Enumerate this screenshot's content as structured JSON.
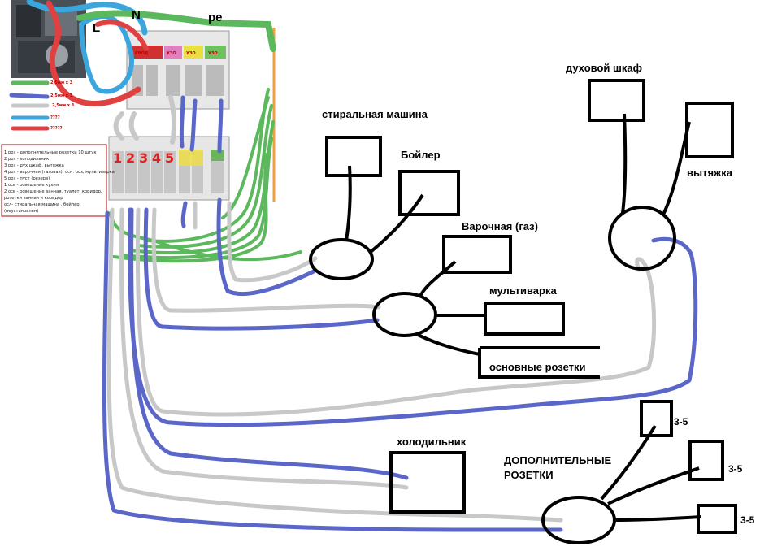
{
  "phase_labels": {
    "L": "L",
    "N": "N",
    "PE": "pe"
  },
  "colors": {
    "green": "#5cb85c",
    "blue": "#5a67c8",
    "gray": "#c8c8c8",
    "cyan": "#3aa6dd",
    "red": "#e04040",
    "orange": "#f0a040",
    "box": "#000000"
  },
  "wire_legend": [
    {
      "color": "green",
      "label": "2,5мм х 3"
    },
    {
      "color": "blue",
      "label": "2,5мм х 3"
    },
    {
      "color": "gray",
      "label": "2,5мм х 3"
    },
    {
      "color": "cyan",
      "label": "????"
    },
    {
      "color": "red",
      "label": "?????"
    }
  ],
  "panel_notes": [
    "1 роз - дополнительные розетки 10 штук",
    "2 роз - холодильник",
    "3 роз - дух шкаф, вытяжка",
    "4 роз - варочная (газовая), осн. роз, мультиварка",
    "5 роз - пуст (резерв)",
    "1 осв - освещение кухня",
    "2 осв - освещение ванная, туалет, коридор,",
    "розетки ванная и коридор",
    "осл- стиральная машина , бойлер",
    "(неустановлен)"
  ],
  "breaker_labels": [
    "ВВОД",
    "УЗО",
    "УЗО",
    "УЗО"
  ],
  "breaker_digits": [
    "1",
    "2",
    "3",
    "4",
    "5"
  ],
  "appliances": {
    "washing_machine": "стиральная машина",
    "boiler": "Бойлер",
    "gas_hob": "Варочная (газ)",
    "multicooker": "мультиварка",
    "main_sockets": "основные розетки",
    "oven": "духовой шкаф",
    "hood": "вытяжка",
    "fridge": "холодильник",
    "extra_sockets_line1": "ДОПОЛНИТЕЛЬНЫЕ",
    "extra_sockets_line2": "РОЗЕТКИ",
    "count_a": "3-5",
    "count_b": "3-5",
    "count_c": "3-5"
  }
}
